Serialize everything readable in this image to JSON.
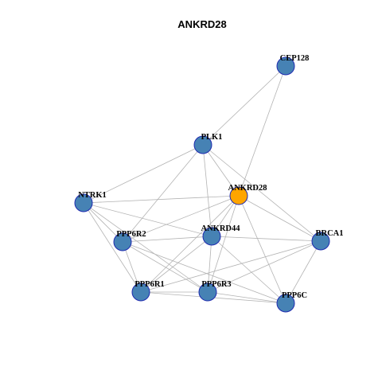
{
  "title": "ANKRD28",
  "colors": {
    "default_node": "#4682b4",
    "highlight_node": "#ffa500",
    "node_border": "#1f2bb0",
    "edge": "#b3b3b3"
  },
  "nodes": [
    {
      "id": "CEP128",
      "label": "CEP128",
      "highlight": false
    },
    {
      "id": "PLK1",
      "label": "PLK1",
      "highlight": false
    },
    {
      "id": "ANKRD28",
      "label": "ANKRD28",
      "highlight": true
    },
    {
      "id": "NTRK1",
      "label": "NTRK1",
      "highlight": false
    },
    {
      "id": "PPP6R2",
      "label": "PPP6R2",
      "highlight": false
    },
    {
      "id": "ANKRD44",
      "label": "ANKRD44",
      "highlight": false
    },
    {
      "id": "BRCA1",
      "label": "BRCA1",
      "highlight": false
    },
    {
      "id": "PPP6R1",
      "label": "PPP6R1",
      "highlight": false
    },
    {
      "id": "PPP6R3",
      "label": "PPP6R3",
      "highlight": false
    },
    {
      "id": "PPP6C",
      "label": "PPP6C",
      "highlight": false
    }
  ],
  "edges": [
    [
      "CEP128",
      "PLK1"
    ],
    [
      "CEP128",
      "ANKRD28"
    ],
    [
      "PLK1",
      "ANKRD28"
    ],
    [
      "PLK1",
      "NTRK1"
    ],
    [
      "PLK1",
      "PPP6R2"
    ],
    [
      "PLK1",
      "ANKRD44"
    ],
    [
      "PLK1",
      "BRCA1"
    ],
    [
      "ANKRD28",
      "NTRK1"
    ],
    [
      "ANKRD28",
      "PPP6R2"
    ],
    [
      "ANKRD28",
      "ANKRD44"
    ],
    [
      "ANKRD28",
      "BRCA1"
    ],
    [
      "ANKRD28",
      "PPP6R1"
    ],
    [
      "ANKRD28",
      "PPP6R3"
    ],
    [
      "ANKRD28",
      "PPP6C"
    ],
    [
      "NTRK1",
      "PPP6R2"
    ],
    [
      "NTRK1",
      "ANKRD44"
    ],
    [
      "NTRK1",
      "PPP6R1"
    ],
    [
      "NTRK1",
      "PPP6R3"
    ],
    [
      "PPP6R2",
      "ANKRD44"
    ],
    [
      "PPP6R2",
      "PPP6R1"
    ],
    [
      "PPP6R2",
      "PPP6R3"
    ],
    [
      "PPP6R2",
      "PPP6C"
    ],
    [
      "ANKRD44",
      "BRCA1"
    ],
    [
      "ANKRD44",
      "PPP6R1"
    ],
    [
      "ANKRD44",
      "PPP6R3"
    ],
    [
      "ANKRD44",
      "PPP6C"
    ],
    [
      "BRCA1",
      "PPP6R1"
    ],
    [
      "BRCA1",
      "PPP6R3"
    ],
    [
      "BRCA1",
      "PPP6C"
    ],
    [
      "PPP6R1",
      "PPP6R3"
    ],
    [
      "PPP6R1",
      "PPP6C"
    ],
    [
      "PPP6R3",
      "PPP6C"
    ]
  ]
}
